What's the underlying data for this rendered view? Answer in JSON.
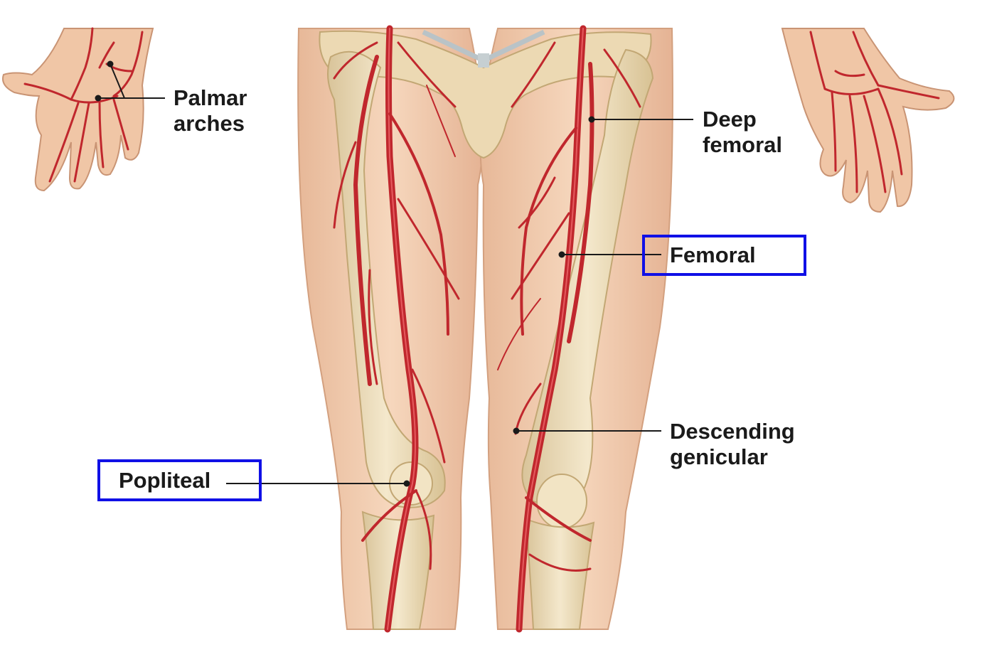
{
  "labels": {
    "palmar_arches": {
      "line1": "Palmar",
      "line2": "arches"
    },
    "deep_femoral": {
      "line1": "Deep",
      "line2": "femoral"
    },
    "femoral": {
      "text": "Femoral"
    },
    "descending_genicular": {
      "line1": "Descending",
      "line2": "genicular"
    },
    "popliteal": {
      "text": "Popliteal"
    }
  },
  "colors": {
    "skin": "#f3cfb0",
    "skin_edge": "#d9a98a",
    "bone": "#efe0bd",
    "bone_edge": "#c8b185",
    "artery": "#c0272d",
    "artery_dark": "#8e1a1f",
    "highlight_box": "#1010e6",
    "leader_line": "#1a1a1a"
  },
  "highlighted": [
    "femoral",
    "popliteal"
  ]
}
